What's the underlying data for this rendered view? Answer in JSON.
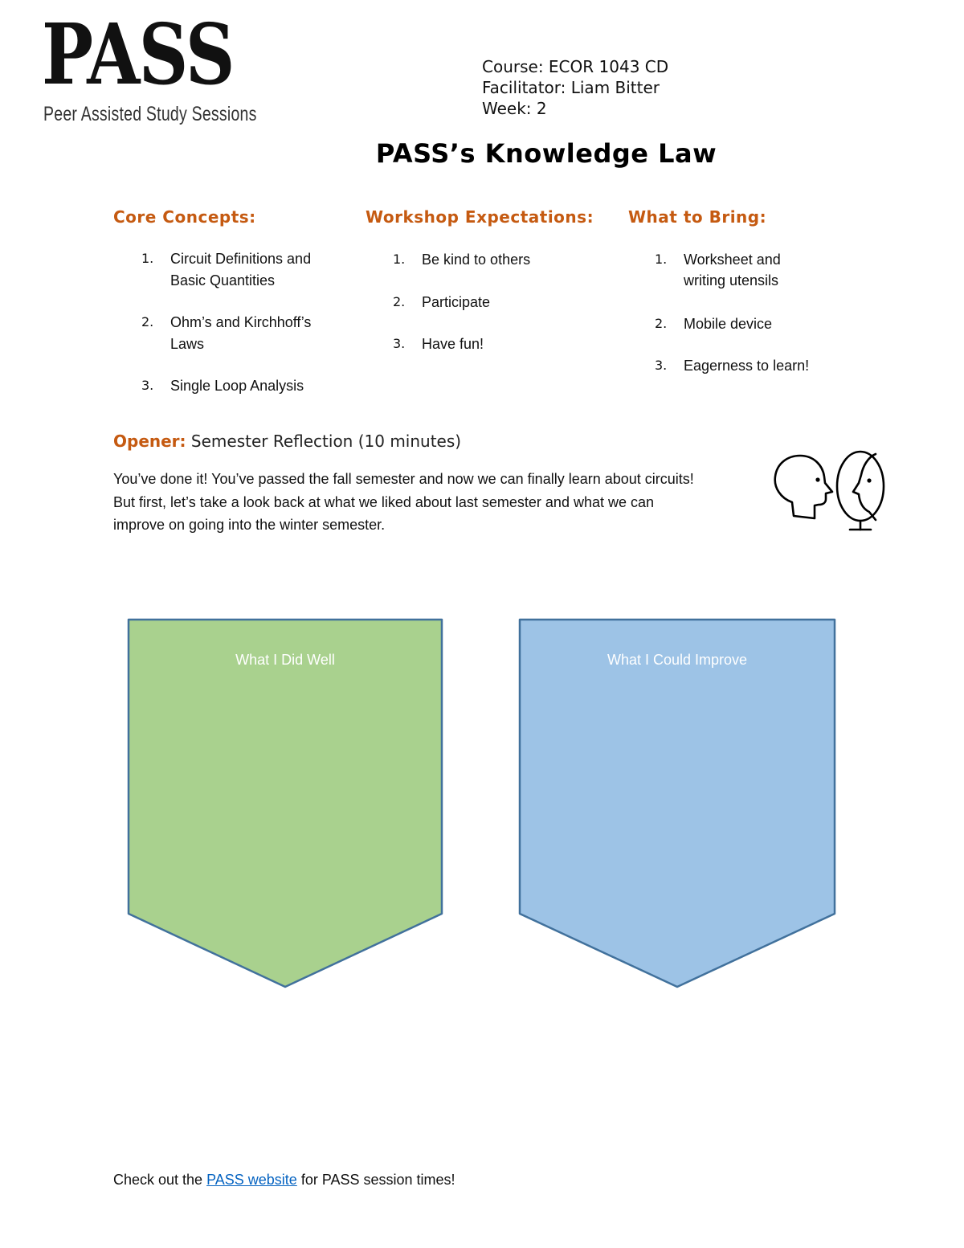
{
  "logo": {
    "main": "PASS",
    "sub": "Peer Assisted Study Sessions"
  },
  "course_info": {
    "course": "Course: ECOR 1043 CD",
    "facilitator": "Facilitator: Liam Bitter",
    "week": "Week: 2"
  },
  "title": "PASS’s Knowledge Law",
  "accent_color": "#c55a11",
  "columns": {
    "core_concepts": {
      "heading": "Core Concepts:",
      "items": [
        {
          "num": "1.",
          "lines": [
            "Circuit Definitions and",
            "Basic Quantities"
          ]
        },
        {
          "num": "2.",
          "lines": [
            "Ohm’s and Kirchhoff’s",
            "Laws"
          ]
        },
        {
          "num": "3.",
          "lines": [
            "Single Loop Analysis"
          ]
        }
      ]
    },
    "workshop_expectations": {
      "heading": "Workshop Expectations:",
      "items": [
        {
          "num": "1.",
          "lines": [
            "Be kind to others"
          ]
        },
        {
          "num": "2.",
          "lines": [
            "Participate"
          ]
        },
        {
          "num": "3.",
          "lines": [
            "Have fun!"
          ]
        }
      ]
    },
    "what_to_bring": {
      "heading": "What to Bring:",
      "items": [
        {
          "num": "1.",
          "lines": [
            "Worksheet and",
            "writing utensils"
          ]
        },
        {
          "num": "2.",
          "lines": [
            "Mobile device"
          ]
        },
        {
          "num": "3.",
          "lines": [
            "Eagerness to learn!"
          ]
        }
      ]
    }
  },
  "opener": {
    "label": "Opener:",
    "value": " Semester Reflection (10 minutes)",
    "paragraph": [
      "You’ve done it! You’ve passed the fall semester and now we can finally learn about circuits!",
      "But first, let’s take a look back at what we liked about last semester and what we can",
      "improve on going into the winter semester."
    ],
    "icon": "head-and-mirror-icon"
  },
  "reflection_shapes": {
    "left": {
      "label": "What I Did Well",
      "fill": "#a9d18e",
      "stroke": "#41719c"
    },
    "right": {
      "label": "What I Could Improve",
      "fill": "#9dc3e6",
      "stroke": "#41719c"
    }
  },
  "footer": {
    "prefix": "Check out the ",
    "link": "PASS website",
    "suffix": " for PASS session times!",
    "link_color": "#0563c1"
  }
}
